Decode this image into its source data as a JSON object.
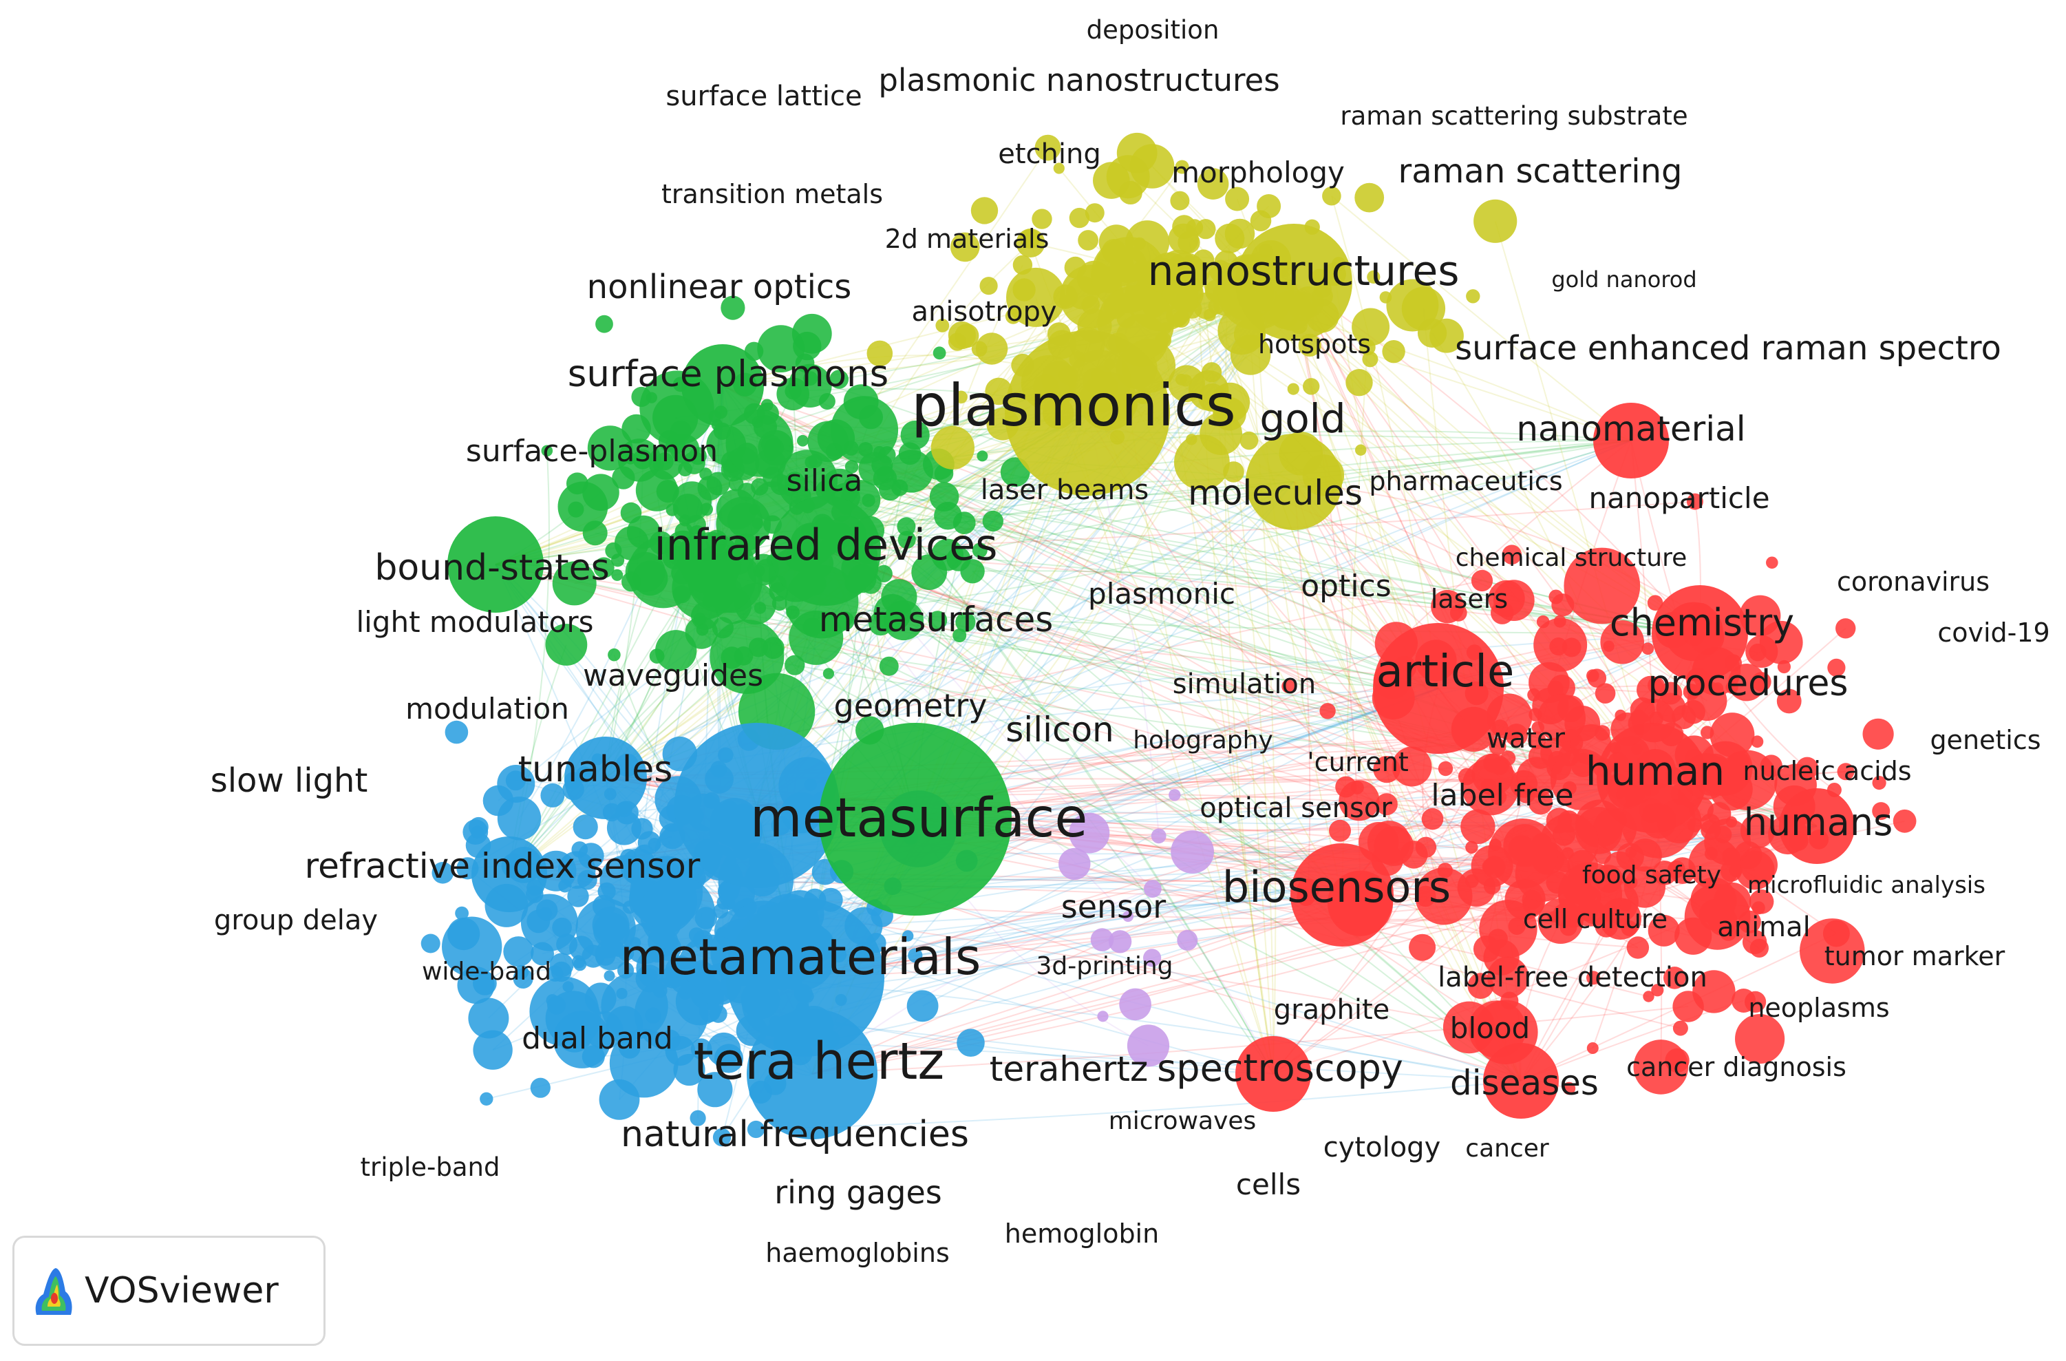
{
  "logo": {
    "text": "VOSviewer",
    "icon": "vosviewer-logo-icon"
  },
  "clusters": [
    {
      "id": "red",
      "color": "#ff3b3b"
    },
    {
      "id": "green",
      "color": "#1fb83f"
    },
    {
      "id": "blue",
      "color": "#2c9fe0"
    },
    {
      "id": "yellow",
      "color": "#c9c923"
    },
    {
      "id": "purple",
      "color": "#c79ce8"
    }
  ],
  "terms": [
    {
      "text": "deposition",
      "cluster": "yellow"
    },
    {
      "text": "surface lattice",
      "cluster": "yellow"
    },
    {
      "text": "plasmonic nanostructures",
      "cluster": "yellow"
    },
    {
      "text": "raman scattering substrate",
      "cluster": "yellow"
    },
    {
      "text": "etching",
      "cluster": "yellow"
    },
    {
      "text": "morphology",
      "cluster": "yellow"
    },
    {
      "text": "raman scattering",
      "cluster": "yellow"
    },
    {
      "text": "transition metals",
      "cluster": "green"
    },
    {
      "text": "2d materials",
      "cluster": "yellow"
    },
    {
      "text": "nanostructures",
      "cluster": "yellow"
    },
    {
      "text": "gold nanorod",
      "cluster": "yellow"
    },
    {
      "text": "nonlinear optics",
      "cluster": "green"
    },
    {
      "text": "anisotropy",
      "cluster": "yellow"
    },
    {
      "text": "hotspots",
      "cluster": "yellow"
    },
    {
      "text": "surface enhanced raman spectro",
      "cluster": "red"
    },
    {
      "text": "surface plasmons",
      "cluster": "green"
    },
    {
      "text": "plasmonics",
      "cluster": "yellow"
    },
    {
      "text": "gold",
      "cluster": "yellow"
    },
    {
      "text": "nanomaterial",
      "cluster": "red"
    },
    {
      "text": "surface-plasmon",
      "cluster": "green"
    },
    {
      "text": "silica",
      "cluster": "green"
    },
    {
      "text": "laser beams",
      "cluster": "yellow"
    },
    {
      "text": "molecules",
      "cluster": "yellow"
    },
    {
      "text": "pharmaceutics",
      "cluster": "red"
    },
    {
      "text": "nanoparticle",
      "cluster": "red"
    },
    {
      "text": "infrared devices",
      "cluster": "green"
    },
    {
      "text": "chemical structure",
      "cluster": "red"
    },
    {
      "text": "bound-states",
      "cluster": "green"
    },
    {
      "text": "coronavirus",
      "cluster": "red"
    },
    {
      "text": "plasmonic",
      "cluster": "yellow"
    },
    {
      "text": "optics",
      "cluster": "red"
    },
    {
      "text": "lasers",
      "cluster": "red"
    },
    {
      "text": "light modulators",
      "cluster": "green"
    },
    {
      "text": "metasurfaces",
      "cluster": "green"
    },
    {
      "text": "chemistry",
      "cluster": "red"
    },
    {
      "text": "covid-19",
      "cluster": "red"
    },
    {
      "text": "waveguides",
      "cluster": "blue"
    },
    {
      "text": "simulation",
      "cluster": "yellow"
    },
    {
      "text": "article",
      "cluster": "red"
    },
    {
      "text": "procedures",
      "cluster": "red"
    },
    {
      "text": "modulation",
      "cluster": "blue"
    },
    {
      "text": "geometry",
      "cluster": "green"
    },
    {
      "text": "silicon",
      "cluster": "green"
    },
    {
      "text": "holography",
      "cluster": "yellow"
    },
    {
      "text": "water",
      "cluster": "red"
    },
    {
      "text": "genetics",
      "cluster": "red"
    },
    {
      "text": "tunables",
      "cluster": "blue"
    },
    {
      "text": "'current",
      "cluster": "red"
    },
    {
      "text": "human",
      "cluster": "red"
    },
    {
      "text": "nucleic acids",
      "cluster": "red"
    },
    {
      "text": "slow light",
      "cluster": "blue"
    },
    {
      "text": "metasurface",
      "cluster": "green"
    },
    {
      "text": "label free",
      "cluster": "red"
    },
    {
      "text": "optical sensor",
      "cluster": "red"
    },
    {
      "text": "humans",
      "cluster": "red"
    },
    {
      "text": "refractive index sensor",
      "cluster": "blue"
    },
    {
      "text": "food safety",
      "cluster": "red"
    },
    {
      "text": "microfluidic analysis",
      "cluster": "red"
    },
    {
      "text": "biosensors",
      "cluster": "red"
    },
    {
      "text": "sensor",
      "cluster": "blue"
    },
    {
      "text": "group delay",
      "cluster": "blue"
    },
    {
      "text": "cell culture",
      "cluster": "red"
    },
    {
      "text": "animal",
      "cluster": "red"
    },
    {
      "text": "tumor marker",
      "cluster": "red"
    },
    {
      "text": "metamaterials",
      "cluster": "blue"
    },
    {
      "text": "3d-printing",
      "cluster": "purple"
    },
    {
      "text": "wide-band",
      "cluster": "blue"
    },
    {
      "text": "label-free detection",
      "cluster": "red"
    },
    {
      "text": "graphite",
      "cluster": "red"
    },
    {
      "text": "neoplasms",
      "cluster": "red"
    },
    {
      "text": "blood",
      "cluster": "red"
    },
    {
      "text": "dual band",
      "cluster": "blue"
    },
    {
      "text": "cancer diagnosis",
      "cluster": "red"
    },
    {
      "text": "tera hertz",
      "cluster": "blue"
    },
    {
      "text": "terahertz",
      "cluster": "blue"
    },
    {
      "text": "spectroscopy",
      "cluster": "red"
    },
    {
      "text": "diseases",
      "cluster": "red"
    },
    {
      "text": "microwaves",
      "cluster": "purple"
    },
    {
      "text": "natural frequencies",
      "cluster": "blue"
    },
    {
      "text": "cytology",
      "cluster": "red"
    },
    {
      "text": "cancer",
      "cluster": "red"
    },
    {
      "text": "triple-band",
      "cluster": "blue"
    },
    {
      "text": "cells",
      "cluster": "red"
    },
    {
      "text": "ring gages",
      "cluster": "blue"
    },
    {
      "text": "hemoglobin",
      "cluster": "blue"
    },
    {
      "text": "haemoglobins",
      "cluster": "blue"
    }
  ]
}
